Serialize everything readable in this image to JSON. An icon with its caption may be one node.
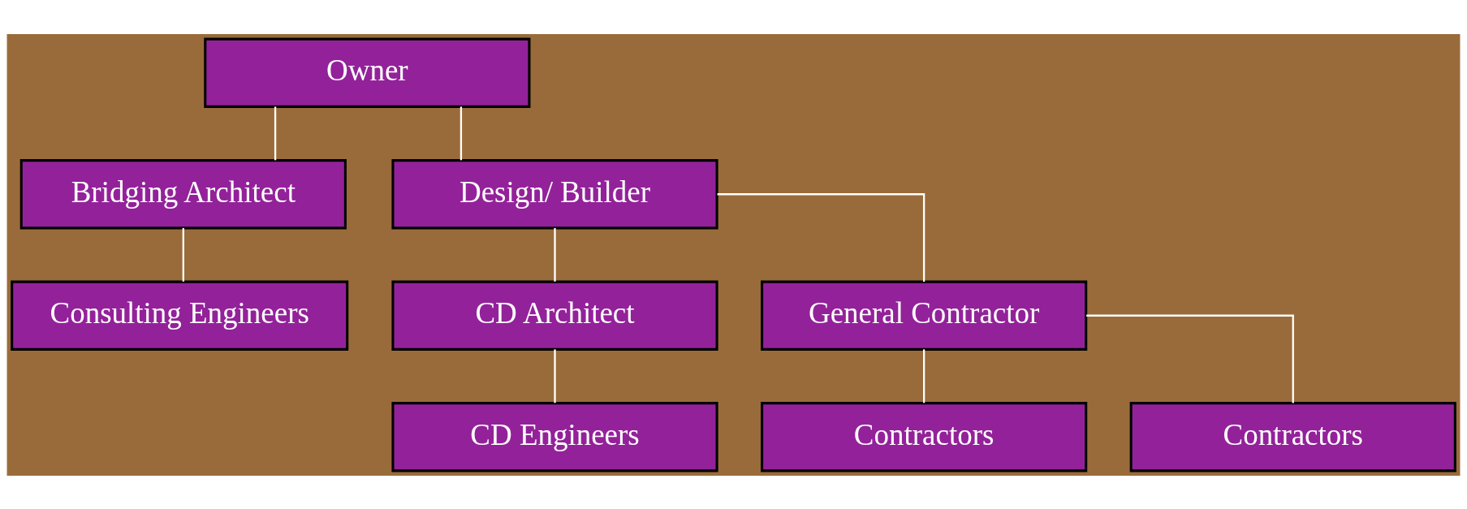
{
  "diagram": {
    "nodes": [
      {
        "text": [
          "Owner"
        ]
      },
      {
        "text": [
          "Bridging Architect"
        ]
      },
      {
        "text": [
          "Design/ Builder"
        ]
      },
      {
        "text": [
          "Consulting Engineers"
        ]
      },
      {
        "text": [
          "CD Architect"
        ]
      },
      {
        "text": [
          "General Contractor"
        ]
      },
      {
        "text": [
          "CD Engineers"
        ]
      },
      {
        "text": [
          "Contractors"
        ]
      },
      {
        "text": [
          "Contractors"
        ]
      }
    ],
    "edges": [
      {
        "from": 0,
        "to": 1,
        "arrow": "none"
      },
      {
        "from": 0,
        "to": 2,
        "arrow": "none"
      },
      {
        "from": 1,
        "to": 3,
        "arrow": "none"
      },
      {
        "from": 2,
        "to": 4,
        "arrow": "none"
      },
      {
        "from": 2,
        "to": 5,
        "arrow": "none"
      },
      {
        "from": 4,
        "to": 6,
        "arrow": "none"
      },
      {
        "from": 5,
        "to": 7,
        "arrow": "none"
      },
      {
        "from": 5,
        "to": 8,
        "arrow": "none"
      }
    ]
  }
}
